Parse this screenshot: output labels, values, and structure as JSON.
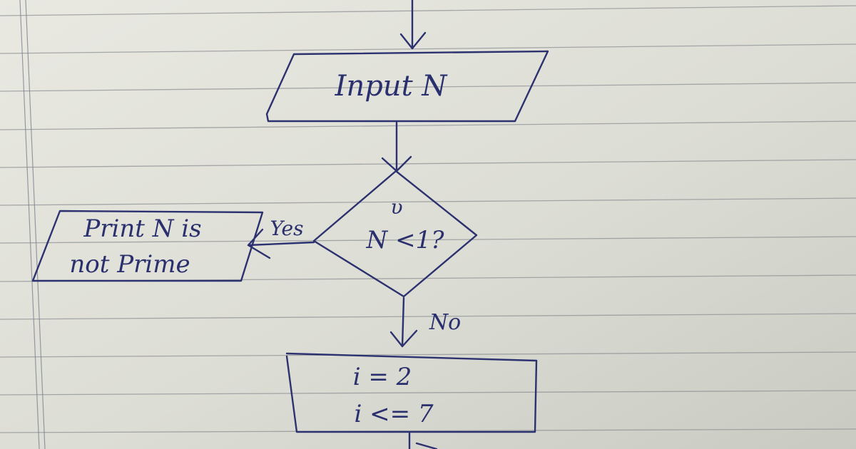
{
  "diagram": {
    "input_label": "Input N",
    "decision_label": "N <1?",
    "decision_mark": "υ",
    "yes_label": "Yes",
    "no_label": "No",
    "output_line1": "Print N is",
    "output_line2": "not Prime",
    "init_line1": "i = 2",
    "init_line2": "i <= 7"
  }
}
